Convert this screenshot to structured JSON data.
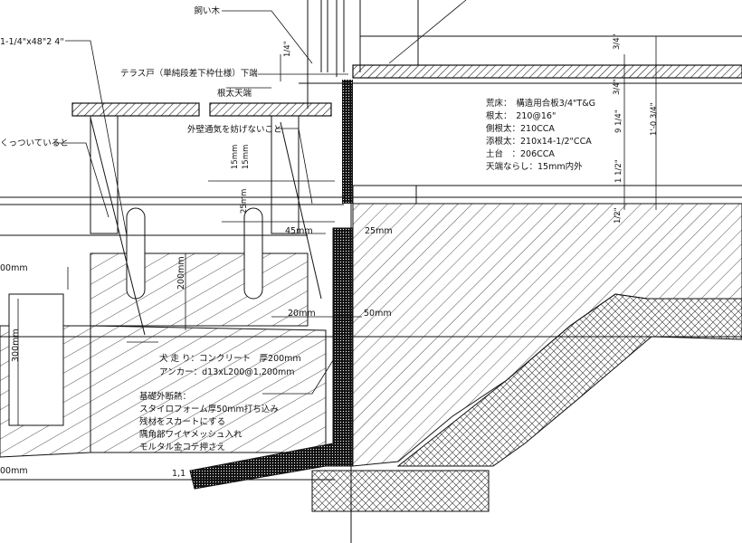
{
  "labels": {
    "kaiki": "飼い木",
    "deck_size": "1-1/4\"x48\"2 4\"",
    "terrace_door": "テラス戸（単純段差下枠仕様）下端",
    "neta_top": "根太天端",
    "ventilation": "外壁通気を妨げないこと",
    "kuttsuite": "くっついていると",
    "dim_left_top": "00mm",
    "dim_left_bottom": "00mm",
    "dim_300": "300mm",
    "dim_200": "200mm",
    "dim_15a": "15mm",
    "dim_15b": "15mm",
    "dim_25a": "25mm",
    "dim_25b": "25mm",
    "dim_45": "45mm",
    "dim_20": "20mm",
    "dim_50": "50mm",
    "dim_1_4_top": "1/4\"",
    "dim_3_4a": "3/4\"",
    "dim_3_4b": "3/4\"",
    "dim_9_1_4": "9 1/4\"",
    "dim_1_0_3_4": "1'-0 3/4\"",
    "dim_1_1_2": "1 1/2\"",
    "dim_1_2": "1/2\"",
    "dim_1_1": "1,1"
  },
  "spec": {
    "floor": "荒床：　構造用合板3/4\"T&G",
    "joist": "根太：　210@16\"",
    "rim": "側根太：210CCA",
    "sister": "添根太：210x14-1/2\"CCA",
    "sill": "土台　：206CCA",
    "tolerance": "天端ならし：15mm内外"
  },
  "dogbashiri": {
    "line1": "犬 走 り：コンクリート　厚200mm",
    "line2": "アンカー：d13xL200@1,200mm"
  },
  "insulation": {
    "title": "基礎外断熱：",
    "line1": "スタイロフォーム厚50mm打ち込み",
    "line2": "残材をスカートにする",
    "line3": "隅角部ワイヤメッシュ入れ",
    "line4": "モルタル金コテ押さえ"
  }
}
